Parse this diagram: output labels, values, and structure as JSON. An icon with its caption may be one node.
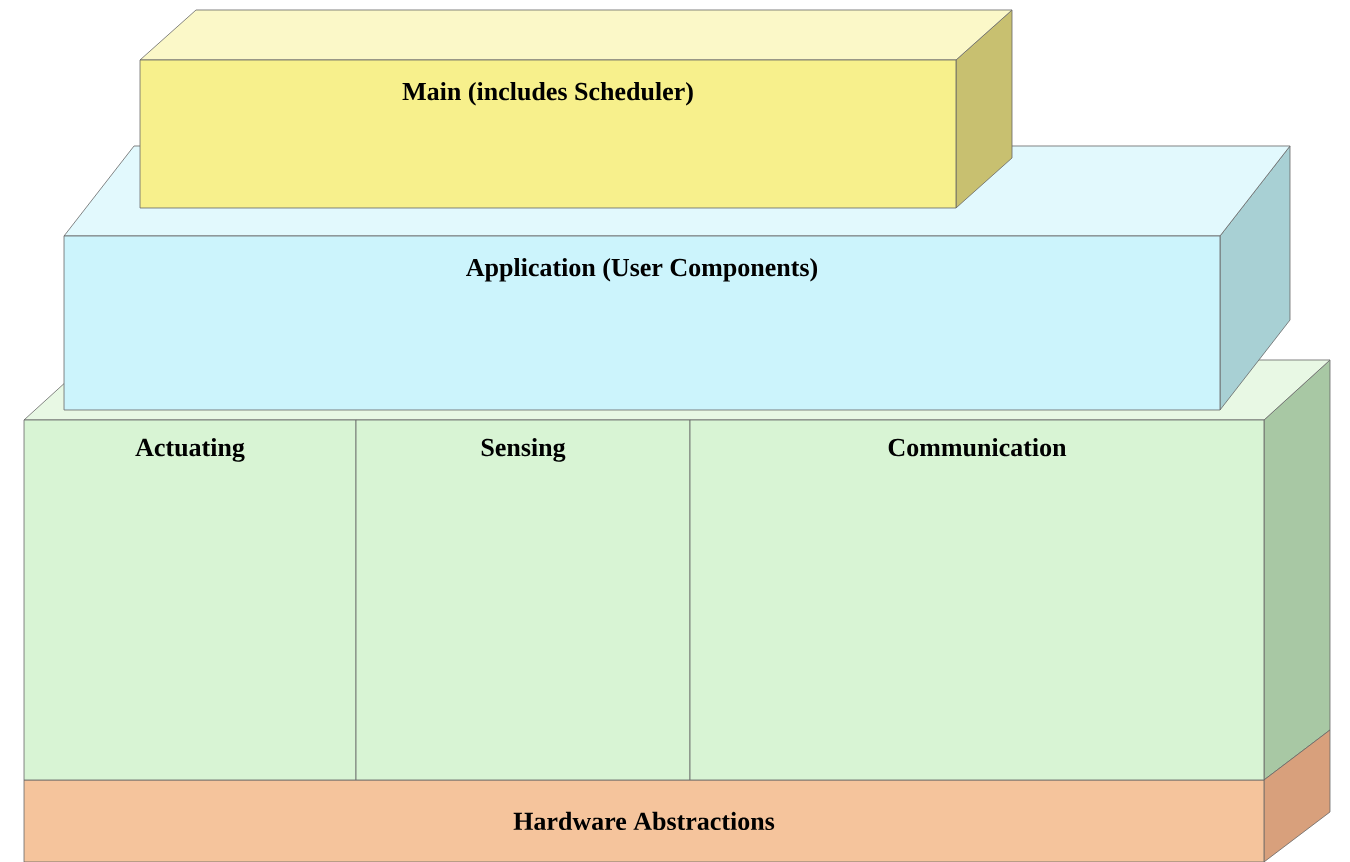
{
  "diagram": {
    "nodes": [
      {
        "text": [
          "Main (includes Scheduler)"
        ]
      },
      {
        "text": [
          "Application (User Components)"
        ]
      },
      {
        "text": [
          "Actuating"
        ]
      },
      {
        "text": [
          "Sensing"
        ]
      },
      {
        "text": [
          "Communication"
        ]
      },
      {
        "text": [
          "Hardware Abstractions"
        ]
      }
    ]
  }
}
